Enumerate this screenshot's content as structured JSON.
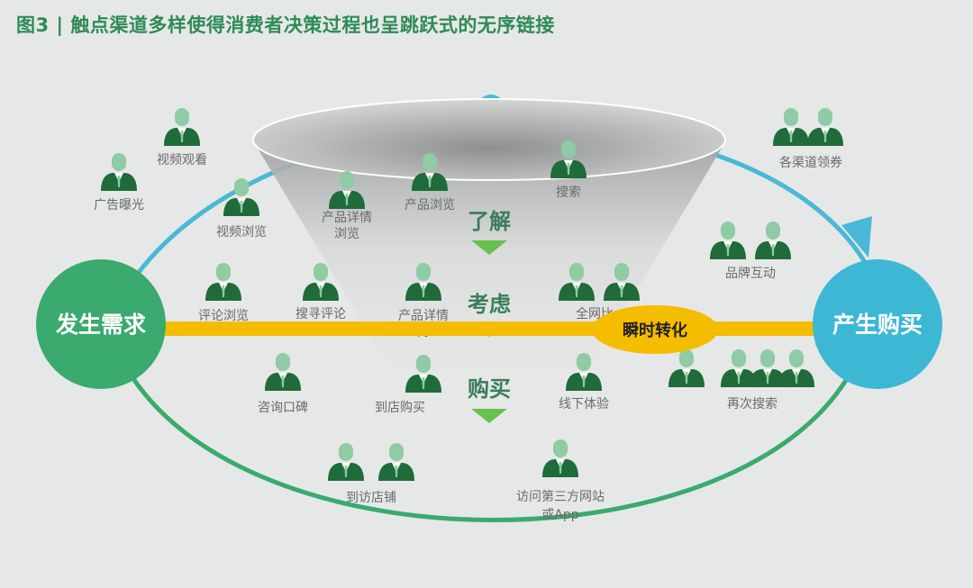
{
  "title": "图3 | 触点渠道多样使得消费者决策过程也呈跳跃式的无序链接",
  "start_node": "发生需求",
  "end_node": "产生购买",
  "funnel_stages": [
    "了解",
    "考虑",
    "购买"
  ],
  "flash_label": "瞬时转化",
  "touchpoints": {
    "ad_exposure": "广告曝光",
    "video_watch": "视频观看",
    "video_browse": "视频浏览",
    "product_detail_browse_1": "产品详情",
    "product_detail_browse_2": "浏览",
    "product_browse": "产品浏览",
    "search": "搜索",
    "coupon": "各渠道领券",
    "brand_interaction": "品牌互动",
    "review_browse": "评论浏览",
    "search_reviews": "搜寻评论",
    "product_detail": "产品详情",
    "product_detail_cont": "对",
    "whole_net": "全网比",
    "repeat_search": "再次搜索",
    "consult_wom": "咨询口碑",
    "store_purchase": "到店购买",
    "offline_experience": "线下体验",
    "visit_store": "到访店铺",
    "visit_third_party_1": "访问第三方网站",
    "visit_third_party_2": "或App"
  },
  "colors": {
    "title": "#2e8b57",
    "start_node": "#3aaa6e",
    "end_node": "#3cb8d4",
    "arrow": "#f5bd00",
    "orbit_top": "#4ab8d6",
    "orbit_bottom": "#3aaa6e",
    "person": "#1f6b3a",
    "stage_text": "#3a7d5a"
  }
}
